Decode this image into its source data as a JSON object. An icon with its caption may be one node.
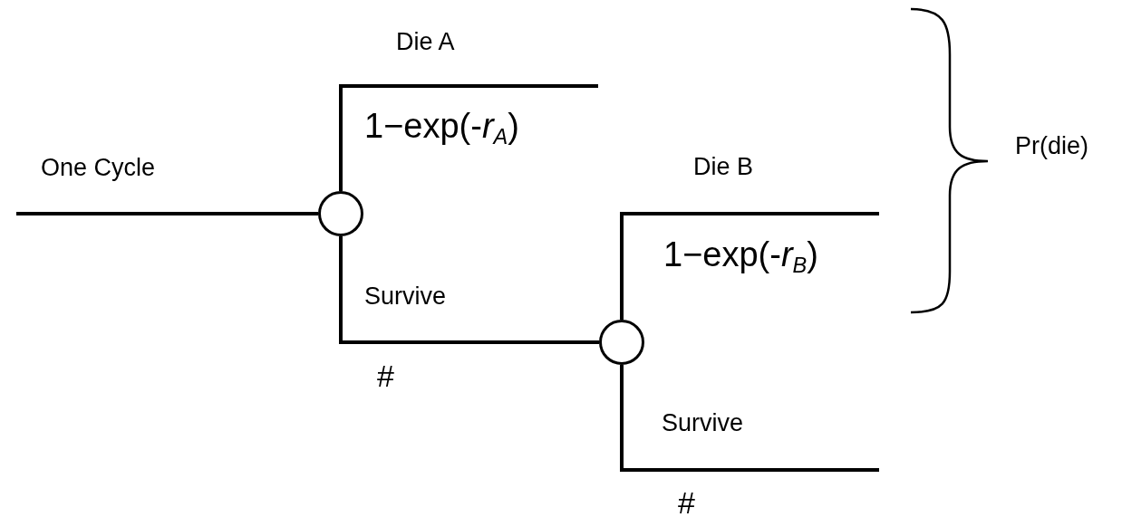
{
  "diagram": {
    "nodes": [
      {
        "text": [],
        "shape": "circle"
      },
      {
        "text": [],
        "shape": "circle"
      }
    ],
    "edges": [
      {
        "from": null,
        "to": 0,
        "arrow": "none",
        "label": "One Cycle"
      },
      {
        "from": 0,
        "to": null,
        "arrow": "none",
        "label": "Die A"
      },
      {
        "from": 0,
        "to": 1,
        "arrow": "none",
        "label": "Survive"
      },
      {
        "from": 1,
        "to": null,
        "arrow": "none",
        "label": "Die B"
      },
      {
        "from": 1,
        "to": null,
        "arrow": "none",
        "label": "Survive"
      }
    ],
    "labels": [
      "1−exp(-*r*$_{A}$)",
      "#",
      "1−exp(-*r*$_{B}$)",
      "#",
      "Pr(die)"
    ]
  }
}
